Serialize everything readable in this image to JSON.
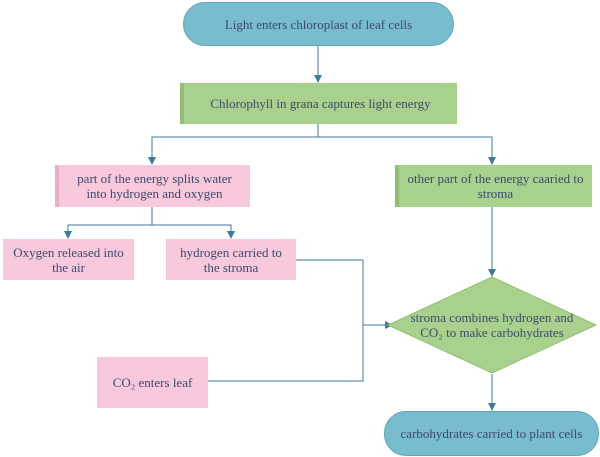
{
  "nodes": {
    "start": "Light enters chloroplast of leaf cells",
    "chlorophyll": "Chlorophyll in grana captures light energy",
    "split_water": "part of the energy splits water into hydrogen and oxygen",
    "other_energy": "other part of the energy caaried to stroma",
    "oxygen": "Oxygen released into the air",
    "hydrogen": "hydrogen carried to the stroma",
    "co2": "CO₂ enters leaf",
    "stroma_combine": "stroma combines hydrogen and CO₂ to make carbohydrates",
    "end": "carbohydrates carried to plant cells"
  },
  "colors": {
    "terminal_fill": "#79bccd",
    "green_fill": "#a9d18e",
    "pink_fill": "#f8c8dc",
    "connector": "#3d7a9c"
  }
}
